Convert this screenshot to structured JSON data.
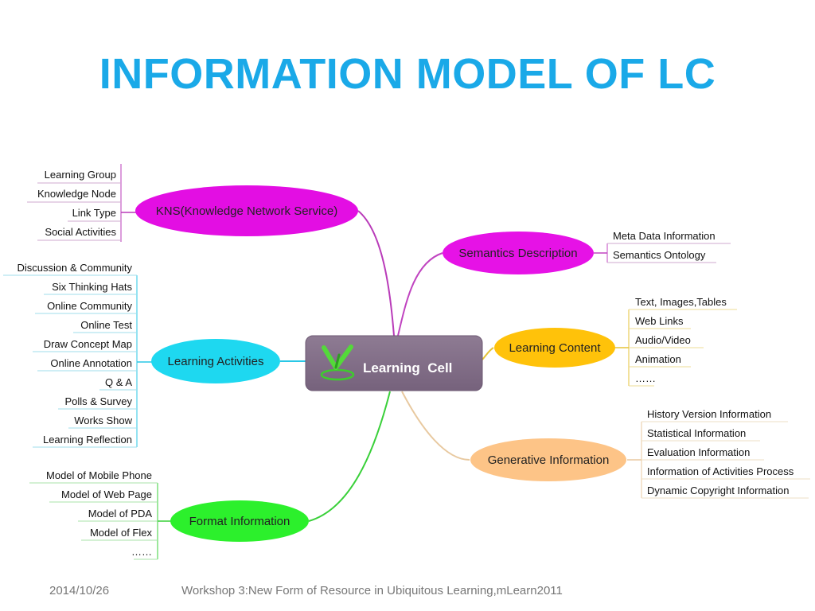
{
  "title": "INFORMATION MODEL OF LC",
  "center": {
    "label": "Learning  Cell",
    "color": "#84708A"
  },
  "branches": [
    {
      "id": "kns",
      "label": "KNS(Knowledge Network Service)",
      "color": "#E30EE3",
      "line": "#B93BB9",
      "items": [
        "Learning Group",
        "Knowledge Node",
        "Link Type",
        "Social Activities"
      ]
    },
    {
      "id": "activities",
      "label": "Learning Activities",
      "color": "#1ED8F0",
      "line": "#29C7E6",
      "items": [
        "Discussion & Community",
        "Six Thinking Hats",
        "Online Community",
        "Online Test",
        "Draw Concept Map",
        "Online Annotation",
        "Q & A",
        "Polls & Survey",
        "Works Show",
        "Learning Reflection"
      ]
    },
    {
      "id": "format",
      "label": "Format Information",
      "color": "#2CF02C",
      "line": "#39D039",
      "items": [
        "Model of Mobile Phone",
        "Model of Web Page",
        "Model of PDA",
        "Model of Flex",
        "……"
      ]
    },
    {
      "id": "semantics",
      "label": "Semantics Description",
      "color": "#E612E6",
      "line": "#C044C0",
      "items": [
        "Meta Data Information",
        "Semantics Ontology"
      ]
    },
    {
      "id": "content",
      "label": "Learning Content",
      "color": "#FFC20A",
      "line": "#E5C338",
      "items": [
        "Text, Images,Tables",
        "Web Links",
        "Audio/Video",
        "Animation",
        "……"
      ]
    },
    {
      "id": "generative",
      "label": "Generative Information",
      "color": "#FDC487",
      "line": "#E8C9A0",
      "items": [
        "History Version Information",
        "Statistical Information",
        "Evaluation Information",
        "Information of Activities Process",
        "Dynamic Copyright Information"
      ]
    }
  ],
  "footer": {
    "date": "2014/10/26",
    "text": "Workshop 3:New Form of Resource in Ubiquitous Learning,mLearn2011"
  }
}
